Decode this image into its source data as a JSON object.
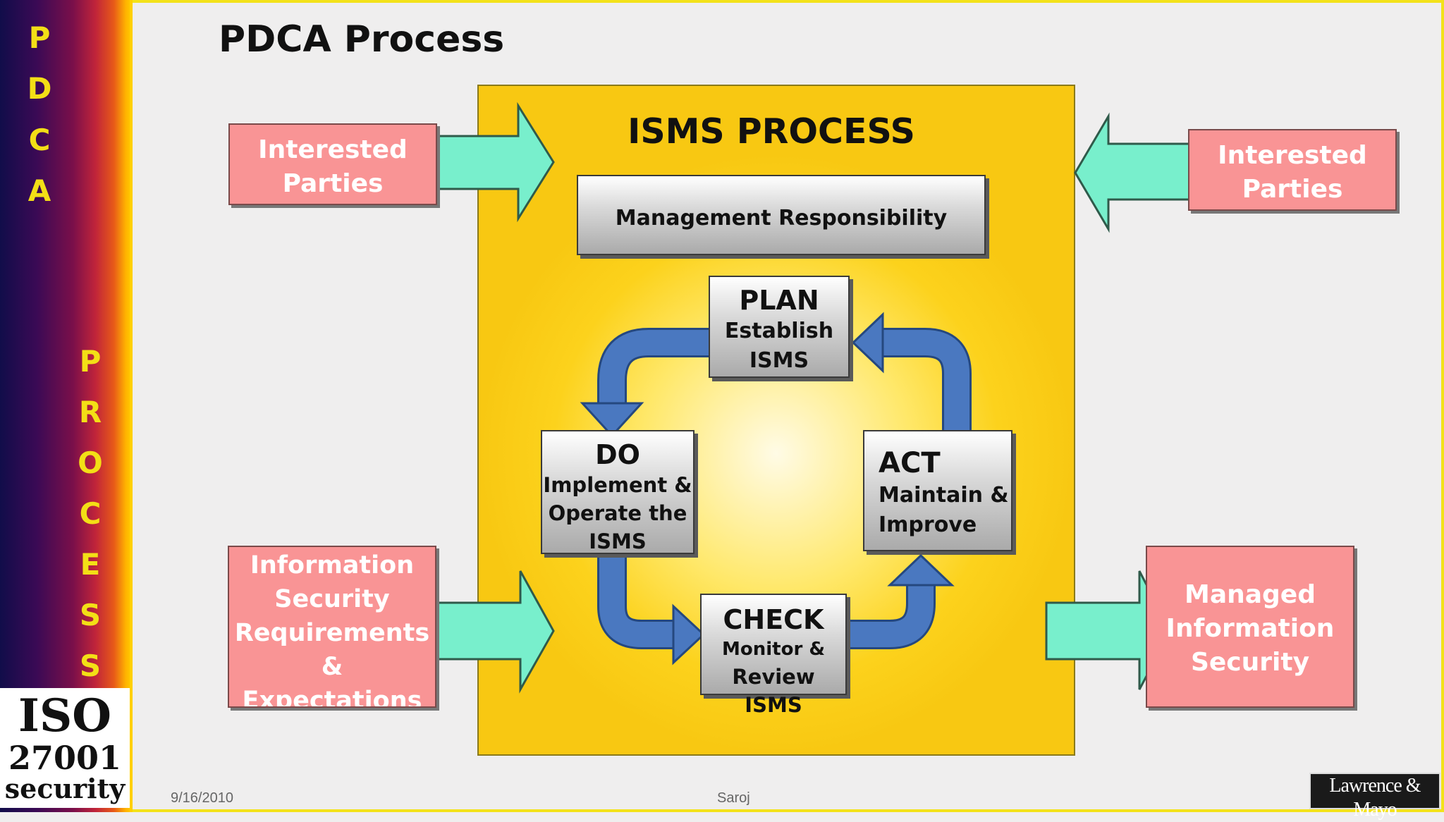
{
  "slide_title": "PDCA Process",
  "sidebar": {
    "top_letters": [
      "P",
      "D",
      "C",
      "A"
    ],
    "bottom_letters": [
      "P",
      "R",
      "O",
      "C",
      "E",
      "S",
      "S"
    ],
    "logo": {
      "line1": "ISO",
      "line2": "27001",
      "line3": "security"
    }
  },
  "isms": {
    "title": "ISMS PROCESS",
    "management": "Management Responsibility",
    "plan": {
      "title": "PLAN",
      "line1": "Establish",
      "line2": "ISMS"
    },
    "do": {
      "title": "DO",
      "line1": "Implement &",
      "line2": "Operate the",
      "line3": "ISMS"
    },
    "check": {
      "title": "CHECK",
      "line1": "Monitor &",
      "line2": "Review ISMS"
    },
    "act": {
      "title": "ACT",
      "line1": "Maintain &",
      "line2": "Improve"
    }
  },
  "inputs": {
    "interested_left": [
      "Interested",
      "Parties"
    ],
    "interested_right": [
      "Interested",
      "Parties"
    ],
    "requirements": [
      "Information",
      "Security",
      "Requirements",
      "&",
      "Expectations"
    ],
    "managed": [
      "Managed",
      "Information",
      "Security"
    ]
  },
  "footer": {
    "date": "9/16/2010",
    "author": "Saroj",
    "brand": "Lawrence & Mayo"
  },
  "colors": {
    "pink_box": "#f99495",
    "arrow_teal": "#7ff0cc",
    "cycle_arrow": "#4a78c0",
    "isms_yellow": "#fcd21c"
  }
}
